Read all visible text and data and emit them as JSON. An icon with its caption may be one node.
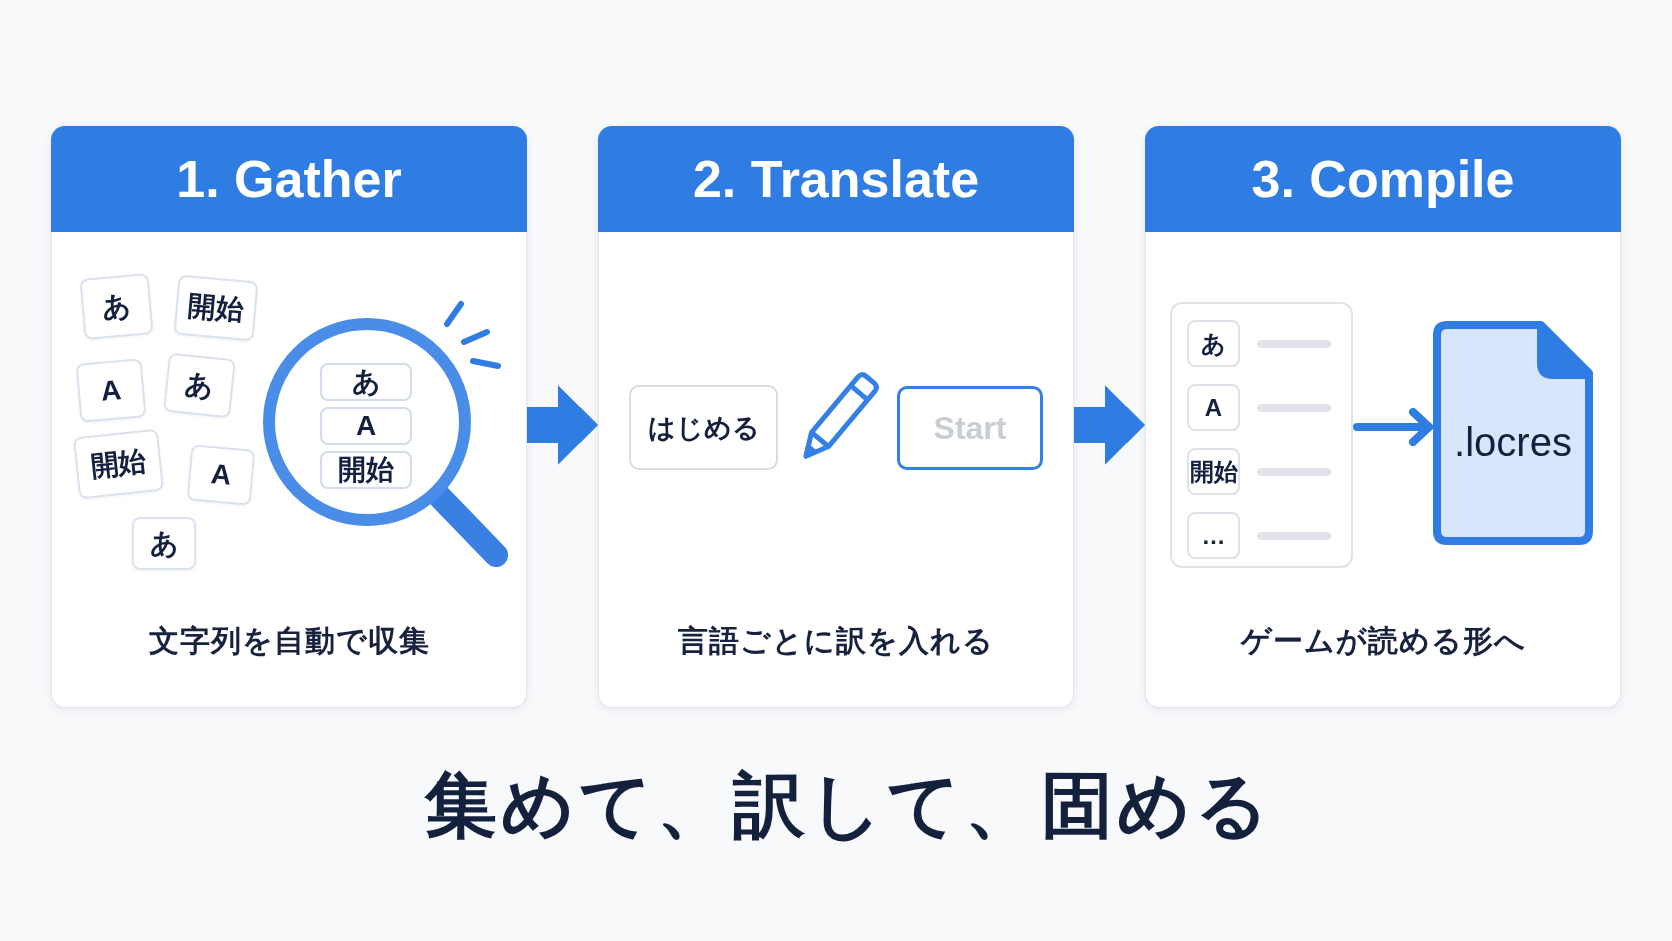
{
  "diagram": {
    "title": "集めて、訳して、固める",
    "nodes": [
      {
        "text": [
          "1. Gather",
          "文字列を自動で収集"
        ]
      },
      {
        "text": [
          "あ"
        ],
        "in": 0
      },
      {
        "text": [
          "開始"
        ],
        "in": 0
      },
      {
        "text": [
          "A"
        ],
        "in": 0
      },
      {
        "text": [
          "あ"
        ],
        "in": 0
      },
      {
        "text": [
          "開始"
        ],
        "in": 0
      },
      {
        "text": [
          "A"
        ],
        "in": 0
      },
      {
        "text": [
          "あ"
        ],
        "in": 0
      },
      {
        "text": [
          "あ"
        ],
        "in": 0
      },
      {
        "text": [
          "A"
        ],
        "in": 0
      },
      {
        "text": [
          "開始"
        ],
        "in": 0
      },
      {
        "text": [
          "2. Translate",
          "言語ごとに訳を入れる"
        ]
      },
      {
        "text": [
          "はじめる"
        ],
        "in": 11
      },
      {
        "text": [
          "Start"
        ],
        "in": 11
      },
      {
        "text": [
          "3. Compile",
          "ゲームが読める形へ"
        ]
      },
      {
        "text": [],
        "shape": "box",
        "in": 14
      },
      {
        "text": [
          "あ"
        ],
        "in": 15
      },
      {
        "text": [
          "A"
        ],
        "in": 15
      },
      {
        "text": [
          "開始"
        ],
        "in": 15
      },
      {
        "text": [
          "…"
        ],
        "in": 15
      },
      {
        "text": [
          ".locres"
        ],
        "in": 14
      }
    ],
    "edges": [
      {
        "from": 0,
        "to": 11,
        "arrow": "to"
      },
      {
        "from": 11,
        "to": 14,
        "arrow": "to"
      },
      {
        "from": 15,
        "to": 20,
        "arrow": "to"
      }
    ]
  }
}
